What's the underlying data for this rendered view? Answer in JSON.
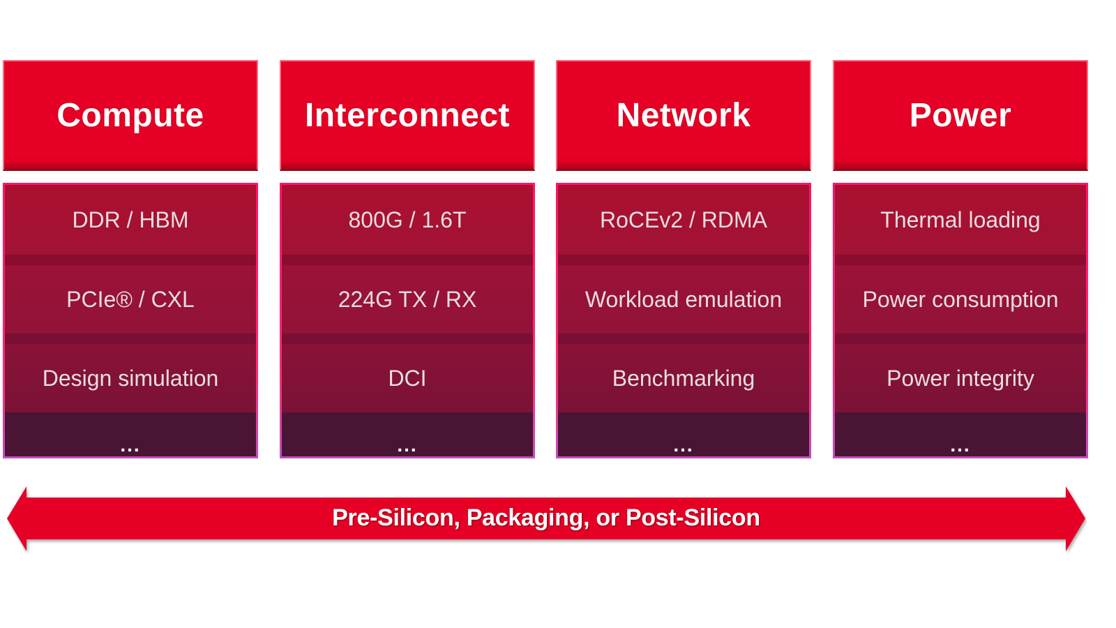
{
  "columns": [
    {
      "title": "Compute",
      "items": [
        "DDR / HBM",
        "PCIe® / CXL",
        "Design simulation"
      ],
      "more": "..."
    },
    {
      "title": "Interconnect",
      "items": [
        "800G / 1.6T",
        "224G TX / RX",
        "DCI"
      ],
      "more": "..."
    },
    {
      "title": "Network",
      "items": [
        "RoCEv2 / RDMA",
        "Workload emulation",
        "Benchmarking"
      ],
      "more": "..."
    },
    {
      "title": "Power",
      "items": [
        "Thermal loading",
        "Power consumption",
        "Power integrity"
      ],
      "more": "..."
    }
  ],
  "arrow": {
    "label": "Pre-Silicon, Packaging, or Post-Silicon",
    "direction": "bidirectional"
  },
  "colors": {
    "header_red": "#e60026",
    "body_top": "#ac1030",
    "body_bottom": "#4a1434",
    "border_pink": "#ff1f6e",
    "text_light": "#e8dede"
  }
}
